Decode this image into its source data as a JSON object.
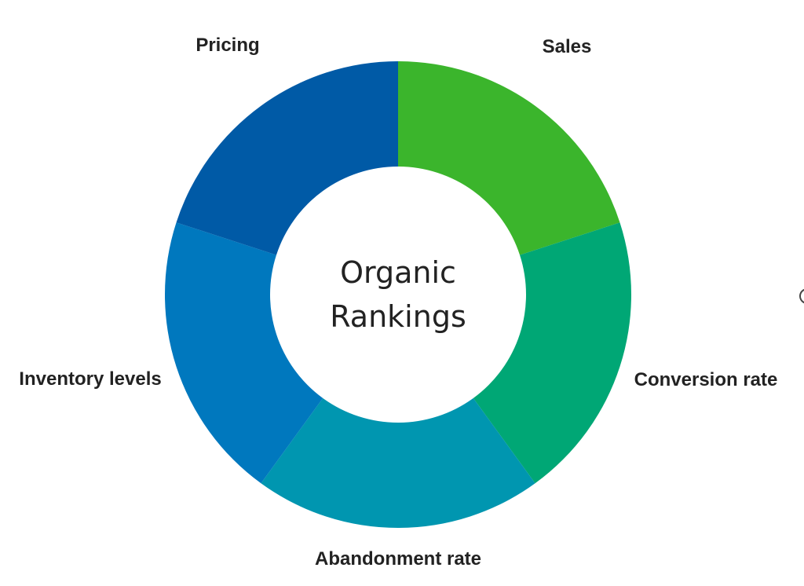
{
  "chart_data": {
    "type": "pie",
    "variant": "donut",
    "center_text": [
      "Organic",
      "Rankings"
    ],
    "categories": [
      "Sales",
      "Conversion rate",
      "Abandonment rate",
      "Inventory levels",
      "Pricing"
    ],
    "values": [
      1,
      1,
      1,
      1,
      1
    ],
    "colors": [
      "#3bb52c",
      "#00a775",
      "#0096b0",
      "#0078be",
      "#005aa6"
    ],
    "legend": "none"
  }
}
